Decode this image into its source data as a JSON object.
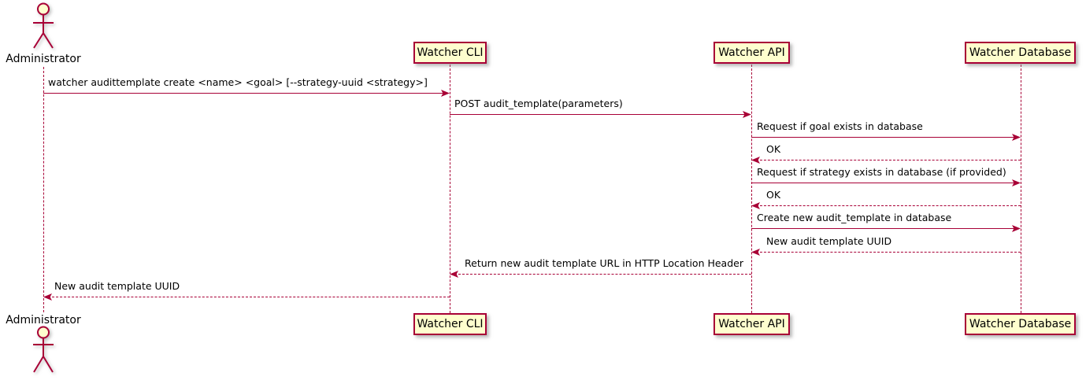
{
  "diagram": {
    "type": "sequence",
    "colors": {
      "line": "#A80036",
      "participant_fill": "#FEFECE",
      "text": "#000000",
      "background": "#FFFFFF"
    },
    "actor": {
      "name": "Administrator"
    },
    "participants": [
      {
        "label": "Watcher CLI"
      },
      {
        "label": "Watcher API"
      },
      {
        "label": "Watcher Database"
      }
    ],
    "messages": [
      {
        "from": "Administrator",
        "to": "Watcher CLI",
        "style": "solid",
        "direction": "right",
        "text": "watcher audittemplate create <name> <goal> [--strategy-uuid <strategy>]"
      },
      {
        "from": "Watcher CLI",
        "to": "Watcher API",
        "style": "solid",
        "direction": "right",
        "text": "POST audit_template(parameters)"
      },
      {
        "from": "Watcher API",
        "to": "Watcher Database",
        "style": "solid",
        "direction": "right",
        "text": "Request if goal exists in database"
      },
      {
        "from": "Watcher Database",
        "to": "Watcher API",
        "style": "dashed",
        "direction": "left",
        "text": "OK"
      },
      {
        "from": "Watcher API",
        "to": "Watcher Database",
        "style": "solid",
        "direction": "right",
        "text": "Request if strategy exists in database (if provided)"
      },
      {
        "from": "Watcher Database",
        "to": "Watcher API",
        "style": "dashed",
        "direction": "left",
        "text": "OK"
      },
      {
        "from": "Watcher API",
        "to": "Watcher Database",
        "style": "solid",
        "direction": "right",
        "text": "Create new audit_template in database"
      },
      {
        "from": "Watcher Database",
        "to": "Watcher API",
        "style": "dashed",
        "direction": "left",
        "text": "New audit template UUID"
      },
      {
        "from": "Watcher API",
        "to": "Watcher CLI",
        "style": "dashed",
        "direction": "left",
        "text": "Return new audit template URL in HTTP Location Header"
      },
      {
        "from": "Watcher CLI",
        "to": "Administrator",
        "style": "dashed",
        "direction": "left",
        "text": "New audit template UUID"
      }
    ]
  }
}
